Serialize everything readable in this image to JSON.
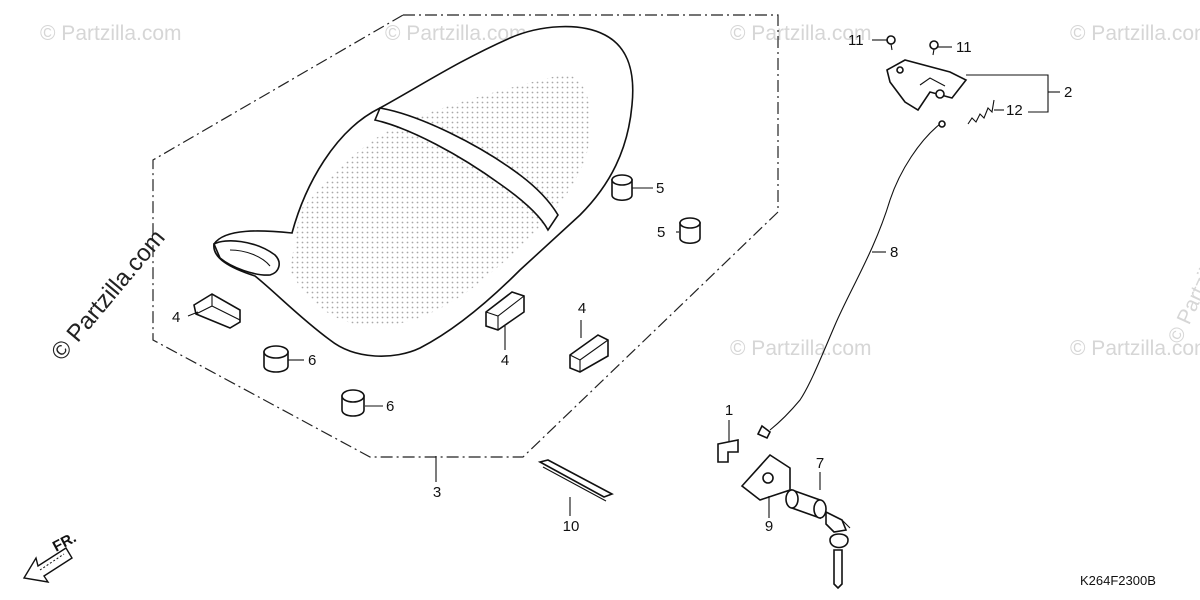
{
  "watermarks": {
    "repeat_text": "© Partzilla.com",
    "main_text": "© Partzilla.com"
  },
  "diagram_code": "K264F2300B",
  "direction_label": "FR.",
  "callouts": [
    {
      "id": "c1",
      "label": "1"
    },
    {
      "id": "c2",
      "label": "2"
    },
    {
      "id": "c3",
      "label": "3"
    },
    {
      "id": "c4a",
      "label": "4"
    },
    {
      "id": "c4b",
      "label": "4"
    },
    {
      "id": "c4c",
      "label": "4"
    },
    {
      "id": "c5a",
      "label": "5"
    },
    {
      "id": "c5b",
      "label": "5"
    },
    {
      "id": "c6a",
      "label": "6"
    },
    {
      "id": "c6b",
      "label": "6"
    },
    {
      "id": "c7",
      "label": "7"
    },
    {
      "id": "c8",
      "label": "8"
    },
    {
      "id": "c9",
      "label": "9"
    },
    {
      "id": "c10",
      "label": "10"
    },
    {
      "id": "c11a",
      "label": "11"
    },
    {
      "id": "c11b",
      "label": "11"
    },
    {
      "id": "c12",
      "label": "12"
    }
  ]
}
